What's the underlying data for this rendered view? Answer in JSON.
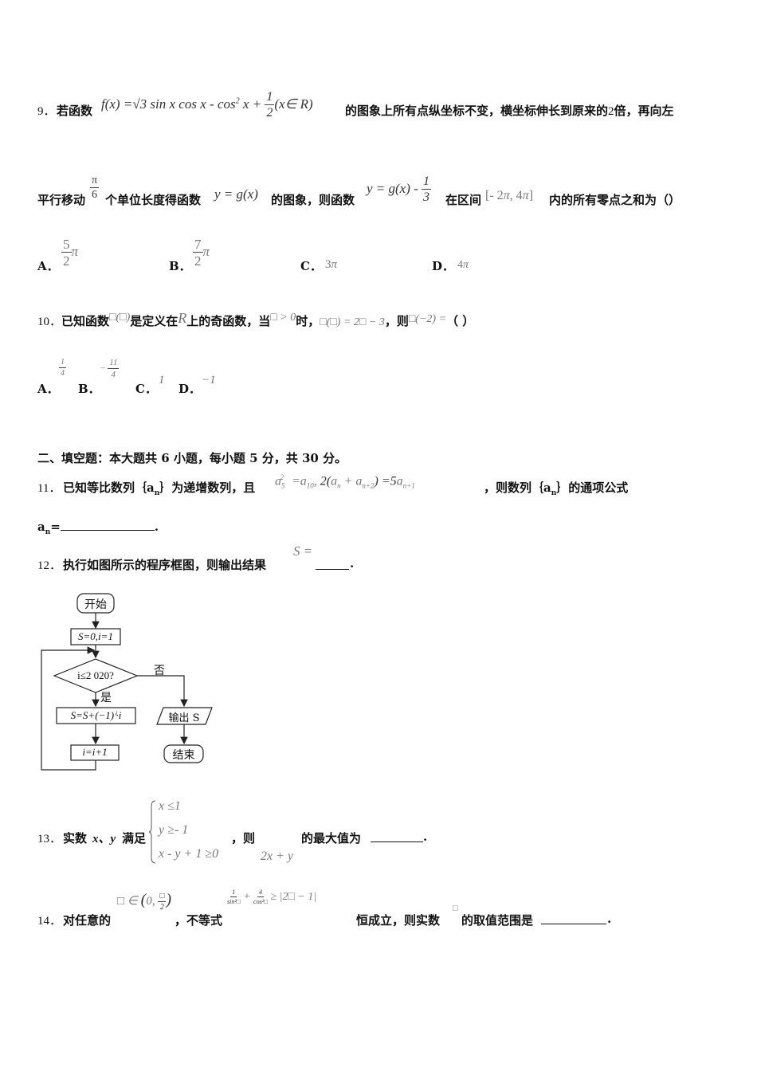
{
  "q9": {
    "number": "9．",
    "lead": "若函数",
    "formula": "f(x) = √3 sin x cos x - cos² x + 1/2 (x∈R)",
    "text1": "的图象上所有点纵坐标不变，横坐标伸长到原来的",
    "two": "2",
    "text2": "倍，再向左",
    "text3": "平行移动",
    "shift": "π/6",
    "text4": "个单位长度得函数",
    "g": "y = g(x)",
    "text5": "的图象，则函数",
    "h": "y = g(x) - 1/3",
    "text6": "在区间",
    "interval": "[-2π, 4π]",
    "text7": "内的所有零点之和为（）",
    "options": [
      {
        "label": "A．",
        "value": "5/2 π"
      },
      {
        "label": "B．",
        "value": "7/2 π"
      },
      {
        "label": "C．",
        "value": "3π"
      },
      {
        "label": "D．",
        "value": "4π"
      }
    ]
  },
  "q10": {
    "number": "10．",
    "lead": "已知函数",
    "fx": "□(□)",
    "text1": "是定义在",
    "R": "R",
    "text2": "上的奇函数，当",
    "cond": "□ > 0",
    "text3": "时，",
    "def": "□(□) = 2□ − 3",
    "text4": "，则",
    "ask": "□(−2) =",
    "paren": "（ ）",
    "options": [
      {
        "label": "A．",
        "value": "1/4"
      },
      {
        "label": "B．",
        "value": "−11/4"
      },
      {
        "label": "C．",
        "value": "1"
      },
      {
        "label": "D．",
        "value": "−1"
      }
    ]
  },
  "section2": "二、填空题：本大题共 6 小题，每小题 5 分，共 30 分。",
  "q11": {
    "number": "11．",
    "text1": "已知等比数列｛a",
    "sub_n": "n",
    "text2": "｝为递增数列，且",
    "formula": "a5² = a10, 2(an + an+2) = 5an+1",
    "text3": "，则数列｛a",
    "text4": "｝的通项公式",
    "answer_prefix": "a",
    "answer_eq": "=",
    "end": "."
  },
  "q12": {
    "number": "12．",
    "text": "执行如图所示的程序框图，则输出结果",
    "S": "S =",
    "end": ".",
    "flow": {
      "start": "开始",
      "init": "S=0,i=1",
      "cond": "i≤2 020?",
      "no": "否",
      "yes": "是",
      "body": "S=S+(−1)ⁱ·i",
      "output": "输出 S",
      "incr": "i=i+1",
      "end": "结束"
    }
  },
  "q13": {
    "number": "13．",
    "text1": "实数",
    "xy": "x、y",
    "text2": "满足",
    "constraints": [
      "x ≤1",
      "y ≥- 1",
      "x -  y + 1 ≥0"
    ],
    "text3": "，则",
    "objective": "2x + y",
    "text4": "的最大值为",
    "end": "."
  },
  "q14": {
    "number": "14．",
    "text1": "对任意的",
    "domain": "□ ∈ (0, □/2)",
    "text2": "，不等式",
    "ineq": "1/sin²□ + 4/cos²□ ≥ |2□ − 1|",
    "text3": "恒成立，则实数",
    "var": "□",
    "text4": "的取值范围是",
    "end": "."
  }
}
